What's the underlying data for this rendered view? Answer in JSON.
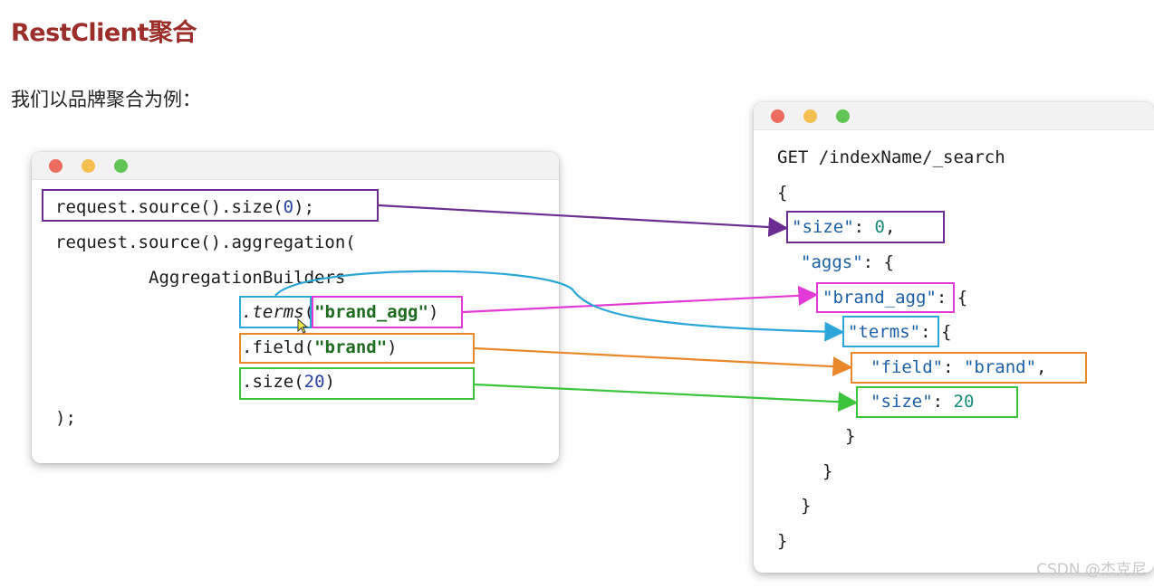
{
  "page": {
    "title": "RestClient聚合",
    "subtitle": "我们以品牌聚合为例：",
    "watermark": "CSDN @杰克尼"
  },
  "java_code": {
    "line1_prefix": "request.source().size(",
    "line1_num": "0",
    "line1_suffix": ");",
    "line2": "request.source().aggregation(",
    "line3": "AggregationBuilders",
    "line4_method": ".terms",
    "line4_arg_open": "(",
    "line4_arg": "\"brand_agg\"",
    "line4_arg_close": ")",
    "line5_method": ".field(",
    "line5_arg": "\"brand\"",
    "line5_close": ")",
    "line6_method": ".size(",
    "line6_num": "20",
    "line6_close": ")",
    "line7": ");"
  },
  "dsl_code": {
    "request_line": "GET /indexName/_search",
    "open_brace": "{",
    "size_key": "\"size\"",
    "size_sep": ": ",
    "size_val": "0",
    "size_end": ",",
    "aggs_key": "\"aggs\"",
    "aggs_rest": ": {",
    "brand_agg_key": "\"brand_agg\"",
    "brand_agg_rest": ": {",
    "terms_key": "\"terms\"",
    "terms_rest": ": {",
    "field_key": "\"field\"",
    "field_sep": ": ",
    "field_val": "\"brand\"",
    "field_end": ",",
    "inner_size_key": "\"size\"",
    "inner_size_sep": ": ",
    "inner_size_val": "20",
    "close1": "}",
    "close2": "}",
    "close3": "}",
    "close4": "}"
  },
  "colors": {
    "purple": "#6b2d91",
    "magenta": "#e23ad6",
    "cyan": "#2aa6d9",
    "orange": "#e8882a",
    "green": "#3cc43c"
  }
}
